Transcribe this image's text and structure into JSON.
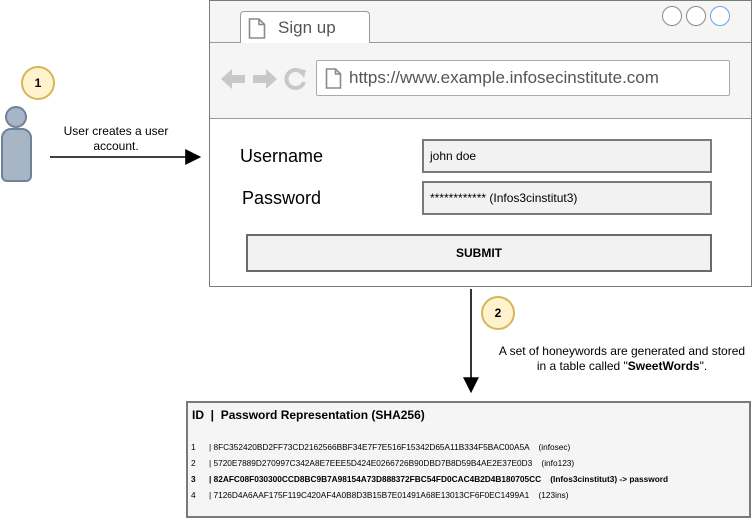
{
  "steps": {
    "step1": "1",
    "step2": "2"
  },
  "notes": {
    "user_creates": "User creates a user account.",
    "honeywords_pre": "A set of honeywords are generated and stored in a table called \"",
    "honeywords_bold": "SweetWords",
    "honeywords_post": "\"."
  },
  "browser": {
    "tab_title": "Sign up",
    "url": "https://www.example.infosecinstitute.com",
    "username_label": "Username",
    "password_label": "Password",
    "username_value": "john doe",
    "password_value": "************ (Infos3cinstitut3)",
    "submit_label": "SUBMIT"
  },
  "table": {
    "header": "ID  |  Password Representation (SHA256)",
    "rows": [
      {
        "id": "1",
        "text": "| 8FC352420BD2FF73CD2162566BBF34E7F7E516F15342D65A11B334F5BAC00A5A    (infosec)"
      },
      {
        "id": "2",
        "text": "| 5720E7889D270997C342A8E7EEE5D424E0266726B90DBD7B8D59B4AE2E37E0D3    (info123)"
      },
      {
        "id": "3",
        "text": "| 82AFC08F030300CCD8BC9B7A98154A73D888372FBC54FD0CAC4B2D4B180705CC    (Infos3cinstitut3) -> password"
      },
      {
        "id": "4",
        "text": "| 7126D4A6AAF175F119C420AF4A0B8D3B15B7E01491A68E13013CF6F0EC1499A1    (123ins)"
      }
    ]
  },
  "colors": {
    "badge_fill": "#fff2cc",
    "badge_stroke": "#d6b656",
    "user_fill": "#a7b6c7",
    "panel_fill": "#f5f5f5"
  }
}
